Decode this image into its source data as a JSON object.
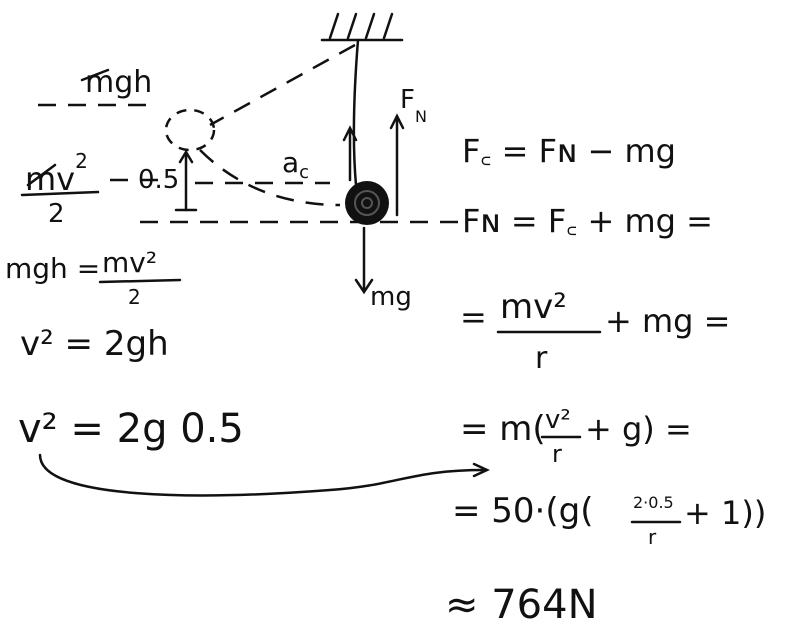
{
  "diagram": {
    "labels": {
      "mgh": "mgh",
      "kinetic_num": "mv",
      "kinetic_sq": "2",
      "kinetic_den": "2",
      "height": "0.5",
      "ac": "a",
      "ac_sub": "c",
      "fn": "F",
      "fn_sub": "N",
      "mg": "mg"
    },
    "equations": {
      "fc_eq": "F꜀ = Fɴ − mg",
      "fn_eq": "Fɴ = F꜀ + mg =",
      "energy_lhs": "mgh =",
      "energy_num": "mv²",
      "energy_den": "2",
      "v2_2gh": "v² = 2gh",
      "v2_value": "v² = 2g 0.5",
      "step1_pre": "=",
      "step1_num": "mv²",
      "step1_den": "r",
      "step1_post": "+ mg =",
      "step2_pre": "= m(",
      "step2_num": "v²",
      "step2_den": "r",
      "step2_post": "+ g) =",
      "step3_pre": "=  50·(g(",
      "step3_num": "2·0.5",
      "step3_den": "r",
      "step3_post": "+ 1))",
      "result": "≈ 764N"
    }
  }
}
